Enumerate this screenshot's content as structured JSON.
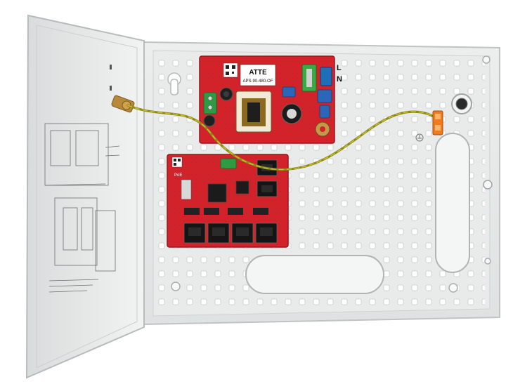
{
  "psu_board": {
    "brand": "ATTE",
    "model": "APS-90-480-OF",
    "line_label": "L",
    "neutral_label": "N"
  },
  "switch_board": {
    "label": "PoE"
  },
  "colors": {
    "enclosure": "#e6e8e8",
    "board_red": "#d2232a",
    "ground_wire": "#b7b21d",
    "terminal_green": "#2e9a42",
    "terminal_orange": "#f07a1c"
  }
}
